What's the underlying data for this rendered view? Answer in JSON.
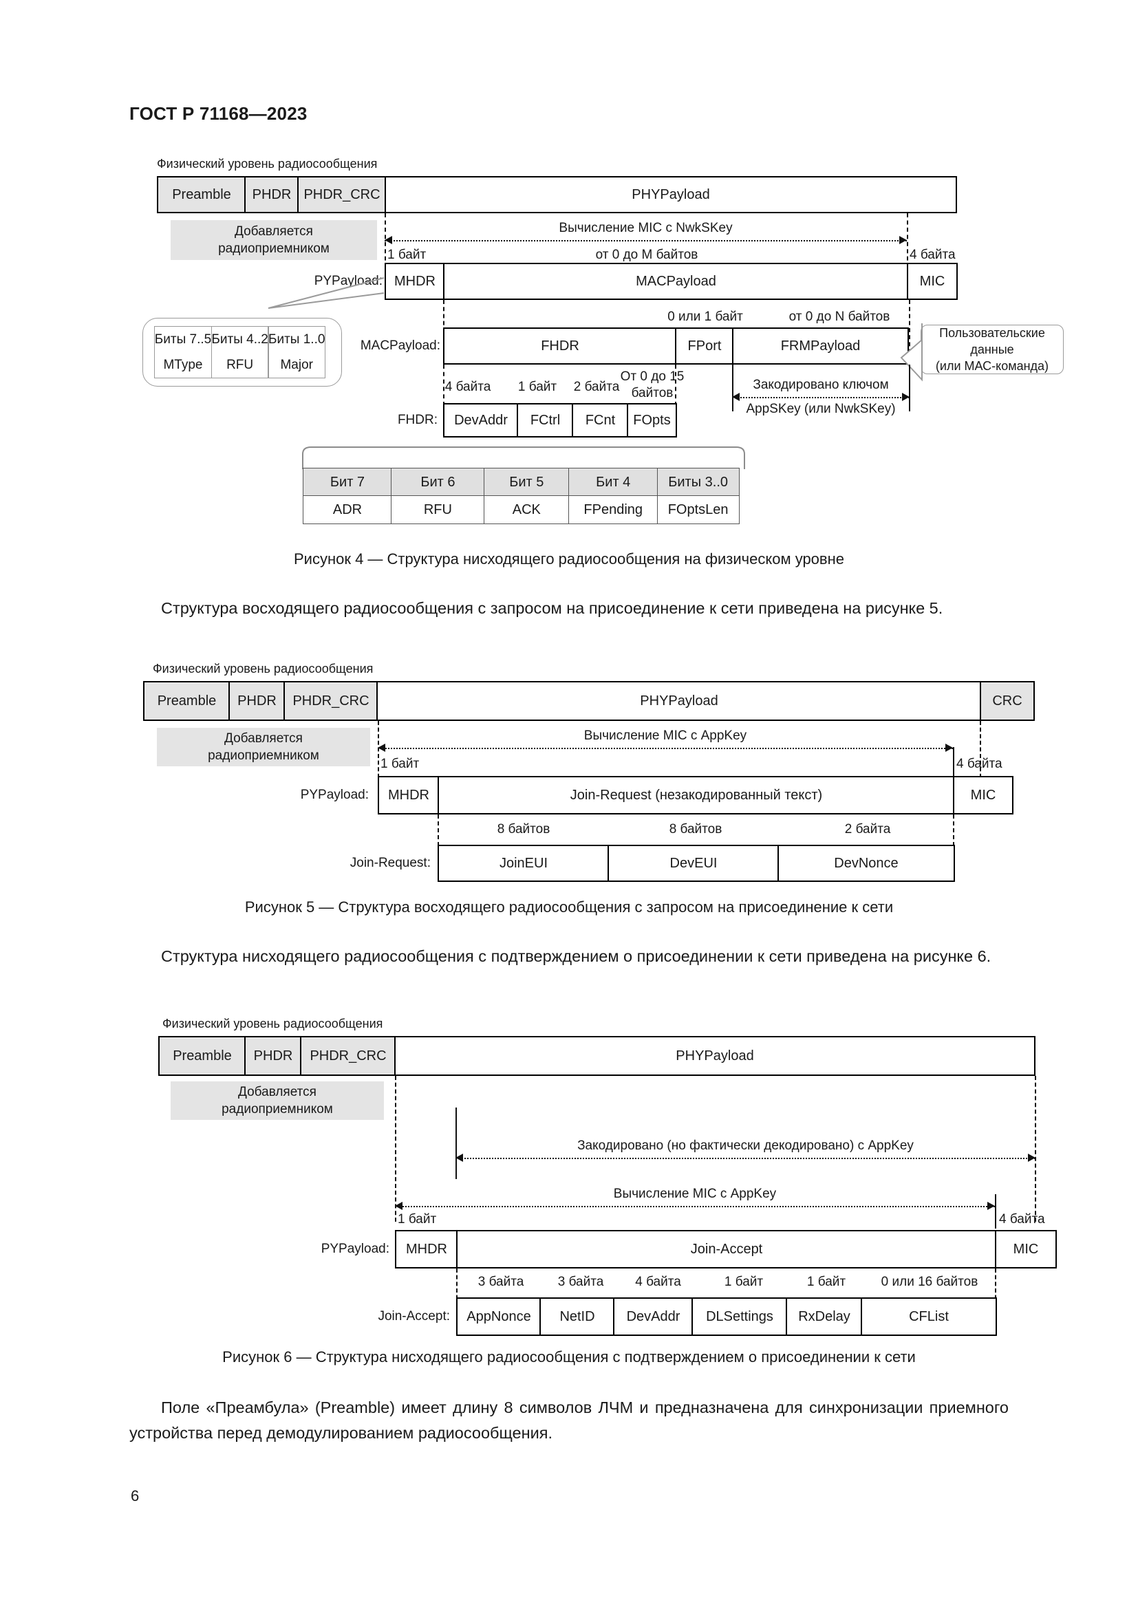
{
  "document": {
    "header": "ГОСТ Р 71168—2023",
    "page_number": "6"
  },
  "paragraphs": {
    "p1": "Структура восходящего радиосообщения с запросом на присоединение к сети приведена на рисунке 5.",
    "p2": "Структура нисходящего радиосообщения с подтверждением о присоединении к сети приведена на рисунке 6.",
    "p3": "Поле «Преамбула» (Preamble) имеет длину 8 символов ЛЧМ и предназначена для синхронизации приемного устройства перед демодулированием радиосообщения."
  },
  "captions": {
    "fig4": "Рисунок 4 — Структура нисходящего радиосообщения на физическом уровне",
    "fig5": "Рисунок 5 — Структура восходящего радиосообщения с запросом на присоединение к сети",
    "fig6": "Рисунок 6 — Структура нисходящего радиосообщения с подтверждением о присоединении к сети"
  },
  "common": {
    "phy_layer_title": "Физический уровень радиосообщения",
    "preamble": "Preamble",
    "phdr": "PHDR",
    "phdr_crc": "PHDR_CRC",
    "phy_payload": "PHYPayload",
    "crc": "CRC",
    "added_by_receiver": "Добавляется\nрадиоприемником",
    "added_by_receiver_l1": "Добавляется",
    "added_by_receiver_l2": "радиоприемником",
    "mhdr": "MHDR",
    "mic": "MIC",
    "py_payload_label": "PYPayload:",
    "one_byte": "1 байт",
    "four_bytes": "4 байта"
  },
  "fig4": {
    "mic_calc": "Вычисление MIC с NwkSKey",
    "len_mhdr": "1 байт",
    "len_macpayload": "от 0 до M байтов",
    "len_mic": "4 байта",
    "macpayload": "MACPayload",
    "macpayload_label": "MACPayload:",
    "fhdr": "FHDR",
    "fport": "FPort",
    "frmpayload": "FRMPayload",
    "len_fport": "0 или 1 байт",
    "len_frmpayload": "от 0 до N байтов",
    "encoded_key_l1": "Закодировано ключом",
    "encoded_key_l2": "AppSKey (или NwkSKey)",
    "user_data_l1": "Пользовательские",
    "user_data_l2": "данные",
    "user_data_l3": "(или МАС-команда)",
    "fhdr_label": "FHDR:",
    "fhdr_fields": [
      {
        "size": "4 байта",
        "name": "DevAddr"
      },
      {
        "size": "1 байт",
        "name": "FCtrl"
      },
      {
        "size": "2 байта",
        "name": "FCnt"
      },
      {
        "size": "От 0 до 15 байтов",
        "name": "FOpts"
      }
    ],
    "mhdr_bits": [
      {
        "bits": "Биты 7..5",
        "name": "MType"
      },
      {
        "bits": "Биты 4..2",
        "name": "RFU"
      },
      {
        "bits": "Биты 1..0",
        "name": "Major"
      }
    ],
    "fctrl_bits": {
      "headers": [
        "Бит 7",
        "Бит 6",
        "Бит 5",
        "Бит 4",
        "Биты 3..0"
      ],
      "values": [
        "ADR",
        "RFU",
        "ACK",
        "FPending",
        "FOptsLen"
      ]
    }
  },
  "fig5": {
    "mic_calc": "Вычисление MIC с AppKey",
    "join_request": "Join-Request (незакодированный текст)",
    "join_request_label": "Join-Request:",
    "fields": [
      {
        "size": "8 байтов",
        "name": "JoinEUI"
      },
      {
        "size": "8 байтов",
        "name": "DevEUI"
      },
      {
        "size": "2 байта",
        "name": "DevNonce"
      }
    ]
  },
  "fig6": {
    "encoded_appkey": "Закодировано (но фактически декодировано) с AppKey",
    "mic_calc": "Вычисление MIC с AppKey",
    "join_accept": "Join-Accept",
    "join_accept_label": "Join-Accept:",
    "fields": [
      {
        "size": "3 байта",
        "name": "AppNonce"
      },
      {
        "size": "3 байта",
        "name": "NetID"
      },
      {
        "size": "4 байта",
        "name": "DevAddr"
      },
      {
        "size": "1 байт",
        "name": "DLSettings"
      },
      {
        "size": "1 байт",
        "name": "RxDelay"
      },
      {
        "size": "0 или 16 байтов",
        "name": "CFList"
      }
    ]
  },
  "colors": {
    "box_fill_gray": "#e4e4e4",
    "line": "#111111",
    "text": "#1a1a1a"
  }
}
